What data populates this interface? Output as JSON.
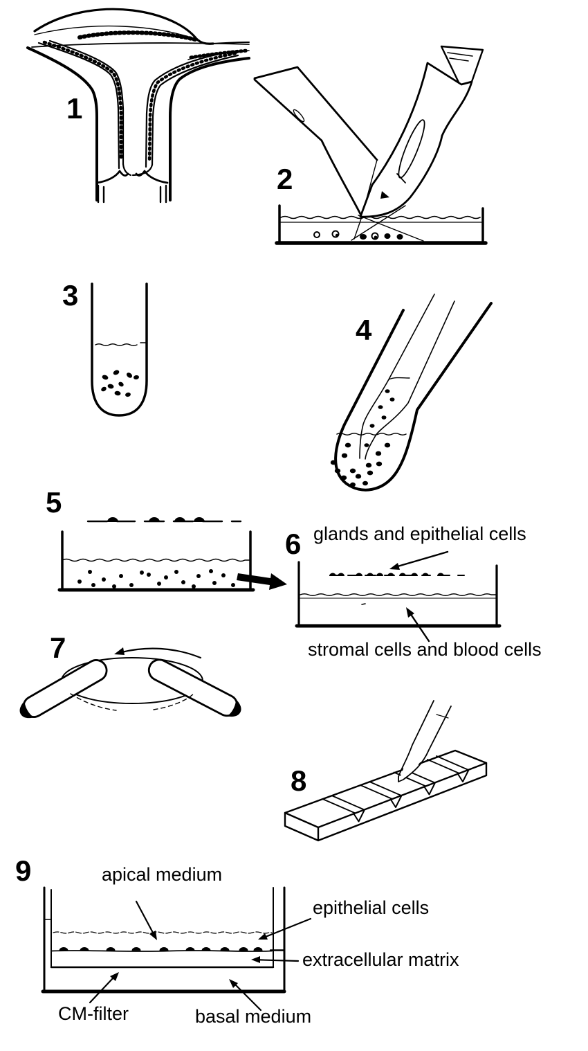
{
  "figure": {
    "background": "#ffffff",
    "ink": "#000000"
  },
  "steps": [
    {
      "number": "1",
      "icon": "uterus-cross-section-drawing"
    },
    {
      "number": "2",
      "icon": "scalpels-mincing-dish-drawing"
    },
    {
      "number": "3",
      "icon": "test-tube-fragments-drawing"
    },
    {
      "number": "4",
      "icon": "tilted-tube-pipette-drawing"
    },
    {
      "number": "5",
      "icon": "sedimentation-dish-drawing"
    },
    {
      "number": "6",
      "icon": "separated-layers-dish-drawing",
      "labels": {
        "top": "glands and epithelial cells",
        "bottom": "stromal cells and blood cells"
      }
    },
    {
      "number": "7",
      "icon": "roller-tubes-drawing"
    },
    {
      "number": "8",
      "icon": "chamber-slide-pipette-drawing"
    },
    {
      "number": "9",
      "icon": "culture-insert-cross-section-drawing",
      "labels": {
        "apical": "apical medium",
        "epithelial": "epithelial cells",
        "matrix": "extracellular matrix",
        "filter": "CM-filter",
        "basal": "basal medium"
      }
    }
  ]
}
